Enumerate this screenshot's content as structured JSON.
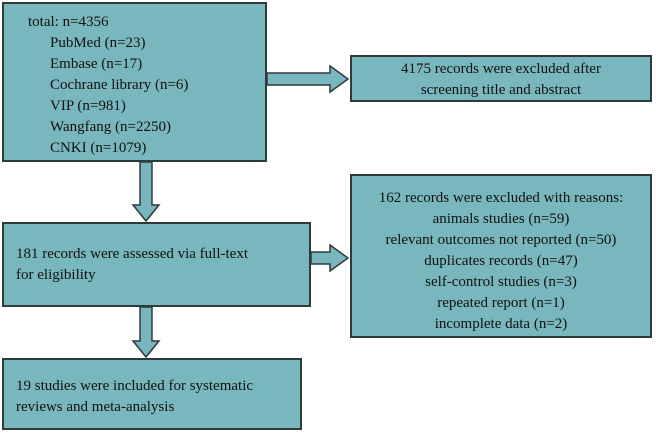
{
  "identification": {
    "total": "total: n=4356",
    "sources": [
      "PubMed (n=23)",
      "Embase (n=17)",
      "Cochrane library (n=6)",
      "VIP (n=981)",
      "Wangfang (n=2250)",
      "CNKI (n=1079)"
    ]
  },
  "screening_excluded": {
    "lines": [
      "4175 records were excluded after",
      "screening title and abstract"
    ]
  },
  "fulltext": {
    "lines": [
      "181 records were assessed via full-text",
      "for eligibility"
    ]
  },
  "fulltext_excluded": {
    "lines": [
      "162 records were excluded with reasons:",
      "animals studies (n=59)",
      "relevant outcomes not reported (n=50)",
      "duplicates records (n=47)",
      "self-control studies (n=3)",
      "repeated report (n=1)",
      "incomplete data (n=2)"
    ]
  },
  "included": {
    "lines": [
      "19 studies were included for systematic",
      "reviews and meta-analysis"
    ]
  },
  "colors": {
    "box_fill": "#78b7bd",
    "border": "#2f3a3c"
  }
}
